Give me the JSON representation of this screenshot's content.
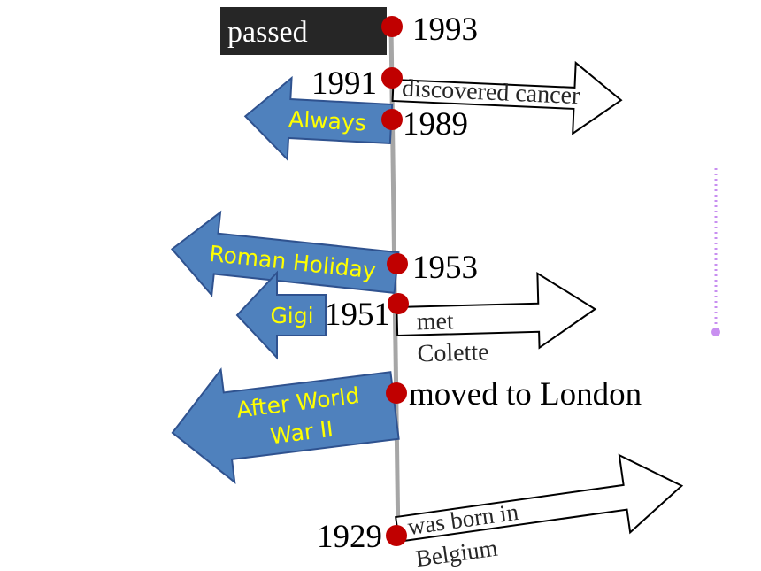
{
  "title_box": {
    "text": "passed"
  },
  "years": {
    "y1993": "1993",
    "y1991": "1991",
    "y1989": "1989",
    "y1953": "1953",
    "y1951": "1951",
    "y1929": "1929"
  },
  "events": {
    "discovered_cancer": "discovered cancer",
    "met_colette_line1": "met",
    "met_colette_line2": "Colette",
    "moved_to_london": "moved to London",
    "born_line1": "was born  in",
    "born_line2": "Belgium"
  },
  "films": {
    "always": "Always",
    "roman_holiday": "Roman Holiday",
    "gigi": "Gigi",
    "after_ww2_line1": "After World",
    "after_ww2_line2": "War II"
  },
  "colors": {
    "axis": "#a6a6a6",
    "dot": "#c00000",
    "left_arrow_fill": "#4f81bd",
    "left_arrow_stroke": "#2f528f",
    "left_arrow_text": "#ffff00",
    "title_box_bg": "#262626",
    "accent_dotted": "#c88ff0"
  }
}
